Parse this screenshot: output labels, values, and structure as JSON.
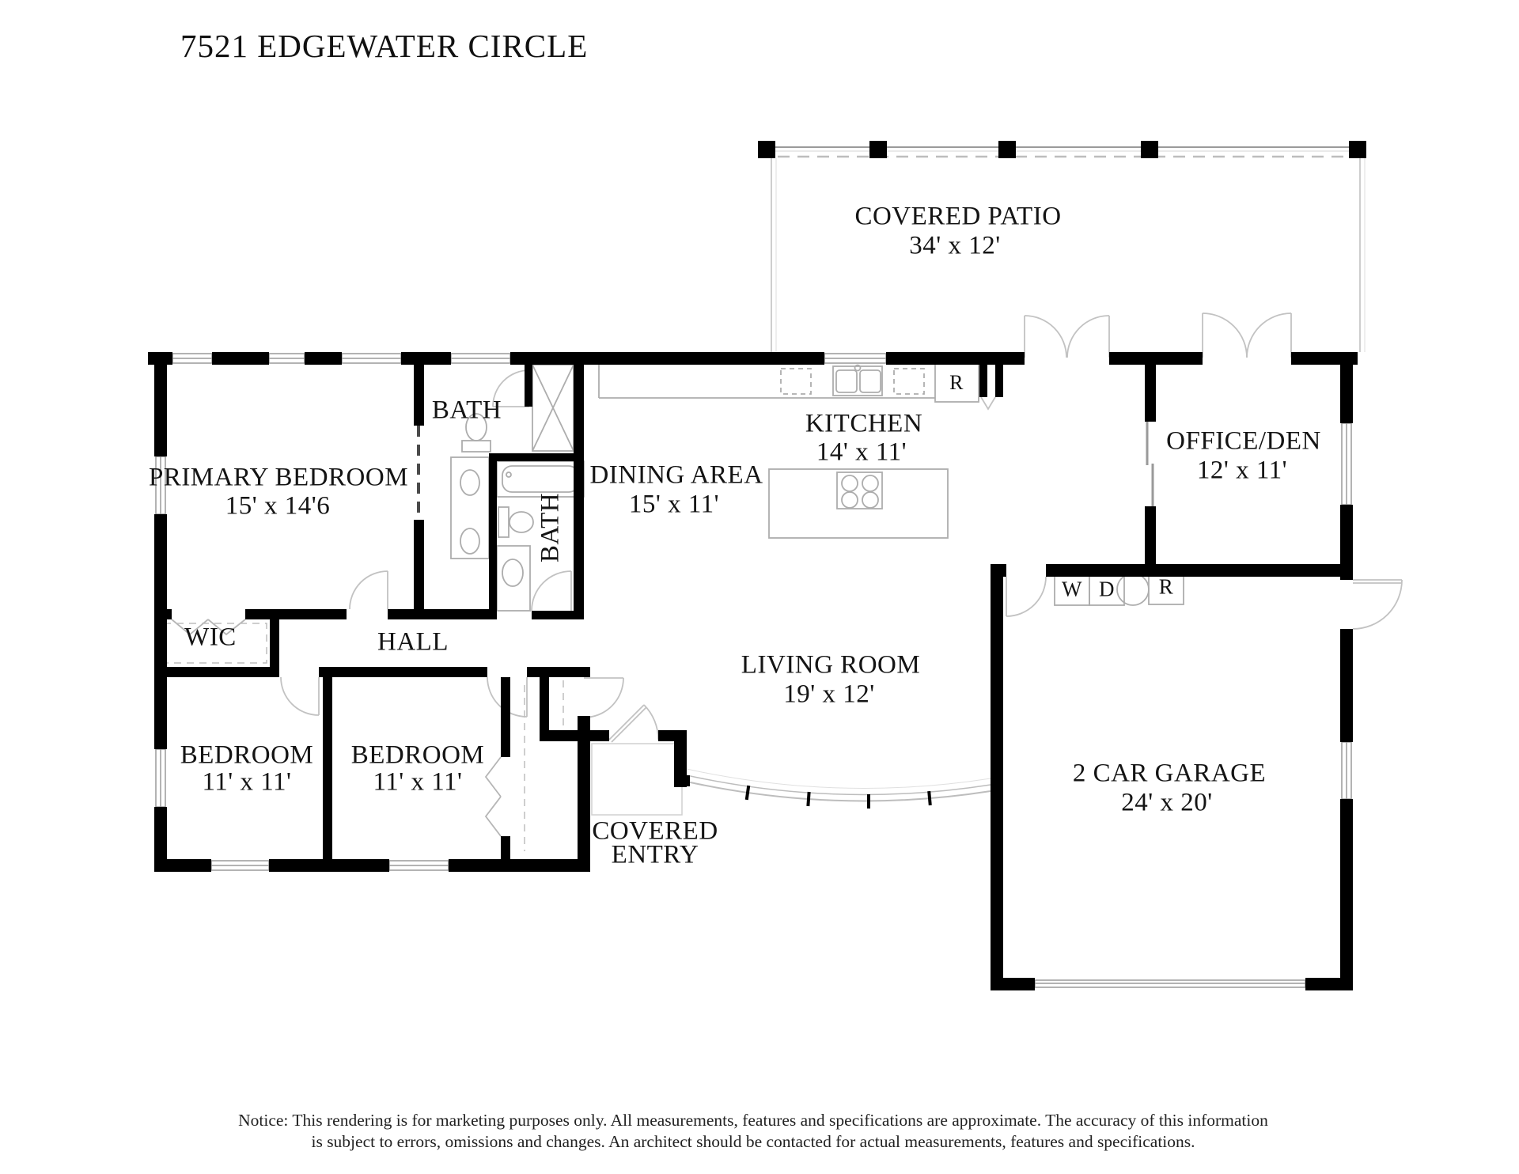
{
  "title": "7521 EDGEWATER CIRCLE",
  "rooms": {
    "covered_patio": {
      "name": "COVERED PATIO",
      "dims": "34' x 12'"
    },
    "kitchen": {
      "name": "KITCHEN",
      "dims": "14' x 11'"
    },
    "office_den": {
      "name": "OFFICE/DEN",
      "dims": "12' x 11'"
    },
    "dining_area": {
      "name": "DINING AREA",
      "dims": "15' x 11'"
    },
    "primary_bedroom": {
      "name": "PRIMARY BEDROOM",
      "dims": "15' x 14'6"
    },
    "primary_bath": {
      "name": "BATH"
    },
    "hall_bath": {
      "name": "BATH"
    },
    "wic": {
      "name": "WIC"
    },
    "hall": {
      "name": "HALL"
    },
    "living_room": {
      "name": "LIVING ROOM",
      "dims": "19' x 12'"
    },
    "bedroom_left": {
      "name": "BEDROOM",
      "dims": "11' x 11'"
    },
    "bedroom_right": {
      "name": "BEDROOM",
      "dims": "11' x 11'"
    },
    "covered_entry": {
      "line1": "COVERED",
      "line2": "ENTRY"
    },
    "garage": {
      "name": "2 CAR GARAGE",
      "dims": "24' x 20'"
    }
  },
  "appliances": {
    "washer": "W",
    "dryer": "D",
    "garage_refrigerator": "R",
    "kitchen_refrigerator": "R"
  },
  "notice": {
    "line1": "Notice: This rendering is for marketing purposes only. All measurements, features and specifications are approximate. The accuracy of this information",
    "line2": "is subject to errors, omissions and changes. An architect should be contacted for actual measurements, features and specifications."
  },
  "colors": {
    "walls": "#000000",
    "fixture_lines": "#adadad",
    "door_lines": "#c2c2c2",
    "window_lines": "#9a9a9a",
    "text": "#141414",
    "background": "#ffffff"
  }
}
